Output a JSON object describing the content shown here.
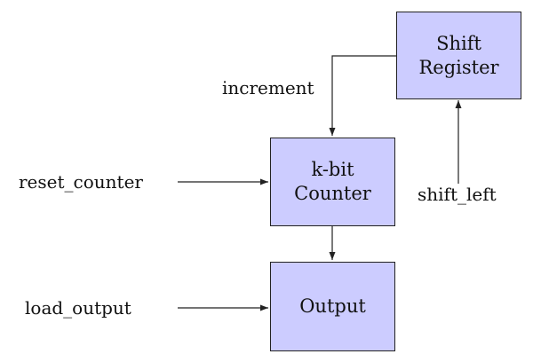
{
  "style": {
    "box_fill": "#ccccff",
    "stroke": "#222222"
  },
  "blocks": {
    "shift_register": {
      "line1": "Shift",
      "line2": "Register"
    },
    "counter": {
      "line1": "k-bit",
      "line2": "Counter"
    },
    "output": {
      "line1": "Output"
    }
  },
  "signals": {
    "increment": "increment",
    "reset_counter": "reset_counter",
    "shift_left": "shift_left",
    "load_output": "load_output"
  }
}
